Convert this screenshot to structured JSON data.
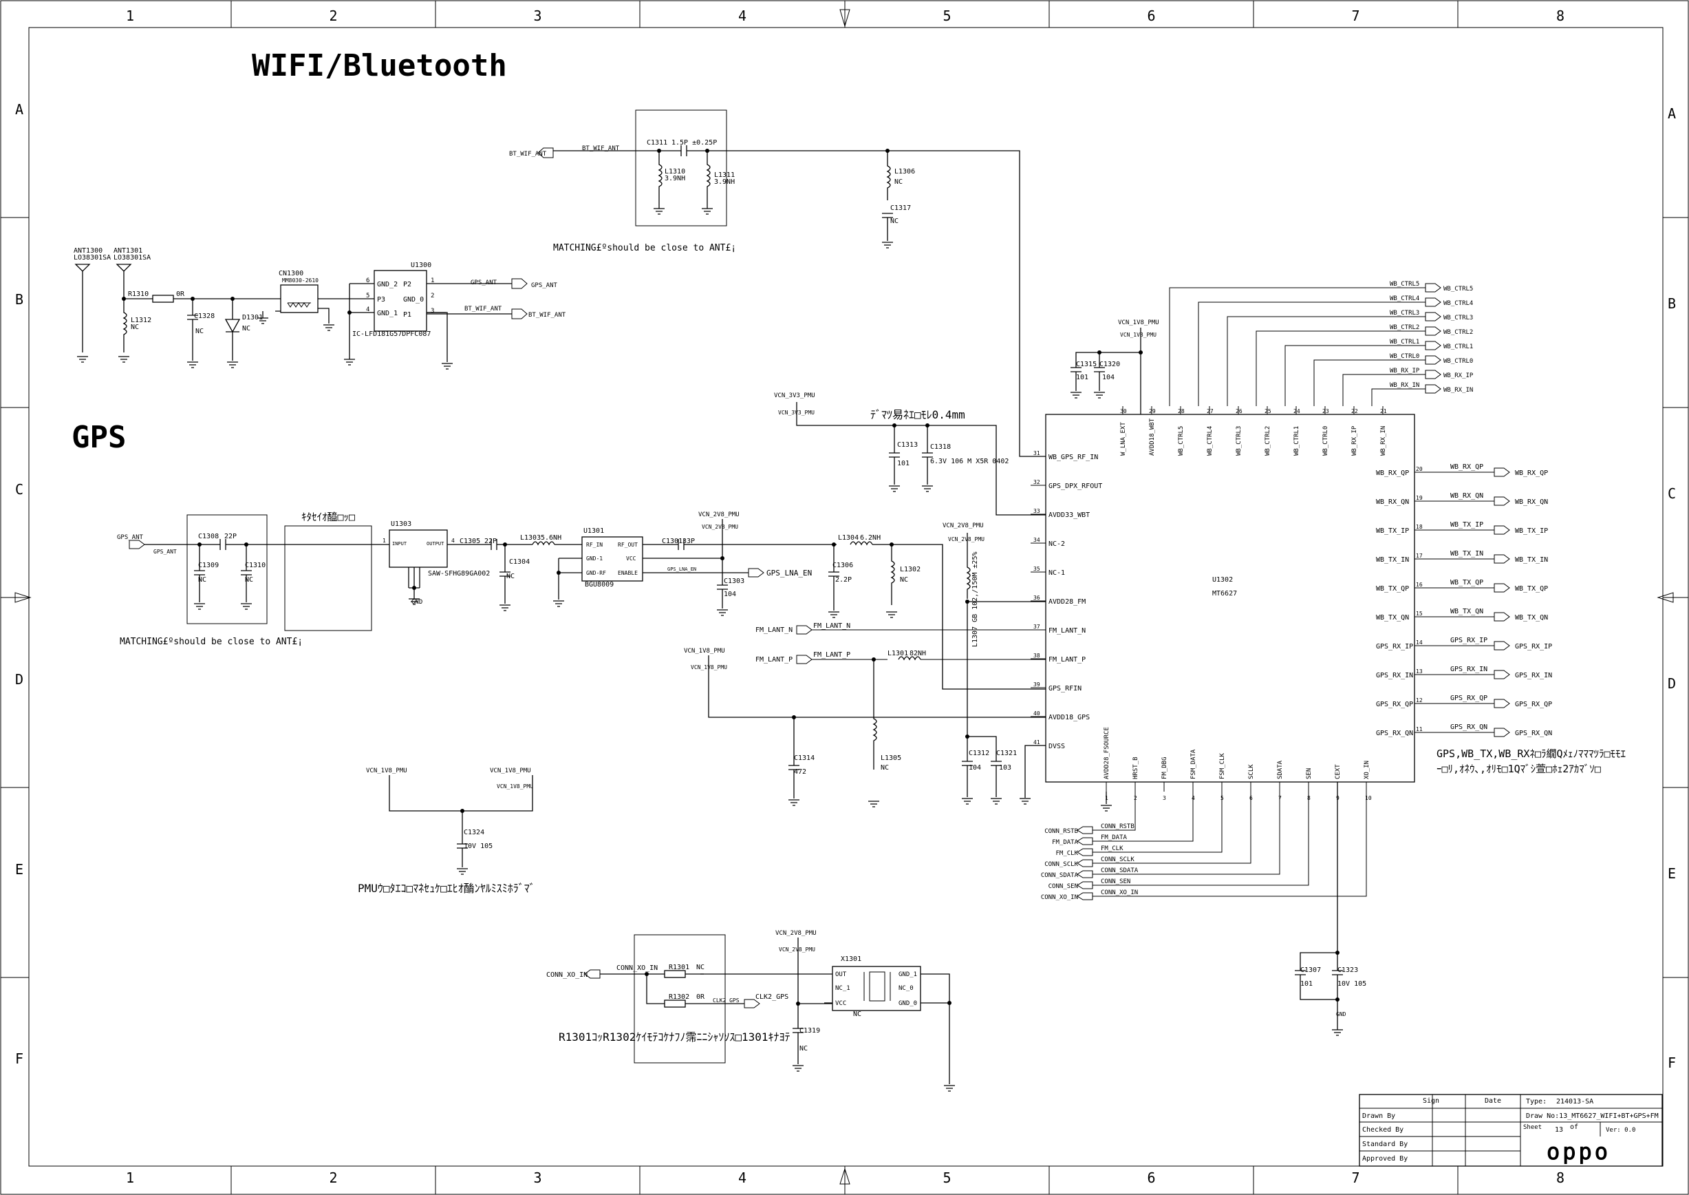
{
  "frame": {
    "cols": [
      "1",
      "2",
      "3",
      "4",
      "5",
      "6",
      "7",
      "8"
    ],
    "rows": [
      "A",
      "B",
      "C",
      "D",
      "E",
      "F"
    ]
  },
  "titles": {
    "wifi_bt": "WIFI/Bluetooth",
    "gps": "GPS"
  },
  "notes": {
    "matching_top": "MATCHING£ºshould be close to ANT£¡",
    "matching_gps": "MATCHING£ºshould be close to ANT£¡",
    "trace_note": "ﾃﾞﾏﾂ易ﾈｴ□ﾓﾚ0.4mm",
    "saw_note": "ｷﾀｾｲｵ醯□ｯ□",
    "pmu_note": "PMUｳ□ﾀｴｺ□ﾏﾈｾｭｹ□ｴﾋｵ酳ﾝﾔﾙﾐｽﾐﾎﾗﾞﾏﾞ",
    "r_note": "R1301ｺｯR1302ｹｲﾓﾃｺｹﾅﾌﾉ霈ﾆﾆｼｬｿｿｽ□1301ｷﾅﾖﾃ",
    "diff_note_1": "GPS,WB_TX,WB_RXﾈ□ﾗ繝Qﾒｪﾉﾏﾏﾏﾂﾗ□ﾓﾓｴ",
    "diff_note_2": "ｰ□ﾘ,ｵﾈｳ､,ｵﾘﾓ□1Qﾏﾞｼ萱□ﾎｪ2ｱｶﾏﾞｿ□"
  },
  "components": {
    "ant1300": {
      "ref": "ANT1300",
      "val": "LO38301SA"
    },
    "ant1301": {
      "ref": "ANT1301",
      "val": "LO38301SA"
    },
    "r1310": {
      "ref": "R1310",
      "val": "0R"
    },
    "l1312": {
      "ref": "L1312",
      "val": "NC"
    },
    "c1328": {
      "ref": "C1328",
      "val": "NC"
    },
    "d1301": {
      "ref": "D1301",
      "val": "NC"
    },
    "cn1300": {
      "ref": "CN1300",
      "val": "MM8030-2610"
    },
    "u1300": {
      "ref": "U1300",
      "val": "IC-LFD181G57DPFC087",
      "pins_left": [
        "GND_2",
        "P3",
        "GND_1"
      ],
      "pins_right": [
        "P2",
        "GND_0",
        "P1"
      ],
      "nums_left": [
        "6",
        "5",
        "4"
      ],
      "nums_right": [
        "1",
        "2",
        "3"
      ]
    },
    "c1311": {
      "ref": "C1311",
      "val": "1.5P ±0.25P"
    },
    "l1310": {
      "ref": "L1310",
      "val": "3.9NH"
    },
    "l1311": {
      "ref": "L1311",
      "val": "3.9NH"
    },
    "l1306": {
      "ref": "L1306",
      "val": "NC"
    },
    "c1317": {
      "ref": "C1317",
      "val": "NC"
    },
    "c1315": {
      "ref": "C1315",
      "val": "101"
    },
    "c1320": {
      "ref": "C1320",
      "val": "104"
    },
    "c1313": {
      "ref": "C1313",
      "val": "101"
    },
    "c1318": {
      "ref": "C1318",
      "val": "6.3V 106 M X5R 0402"
    },
    "c1308": {
      "ref": "C1308",
      "val": "22P"
    },
    "c1309": {
      "ref": "C1309",
      "val": "NC"
    },
    "c1310": {
      "ref": "C1310",
      "val": "NC"
    },
    "u1303": {
      "ref": "U1303",
      "val": "SAW-SFHG89GA002",
      "pin_in": "INPUT",
      "pin_out": "OUTPUT"
    },
    "c1305": {
      "ref": "C1305",
      "val": "22P"
    },
    "l1303": {
      "ref": "L1303",
      "val": "5.6NH"
    },
    "c1304": {
      "ref": "C1304",
      "val": "NC"
    },
    "u1301": {
      "ref": "U1301",
      "val": "BGU8009",
      "pins": [
        "RF_IN",
        "GND-1",
        "GND-RF",
        "RF_OUT",
        "VCC",
        "ENABLE"
      ]
    },
    "c1301": {
      "ref": "C1301",
      "val": "33P"
    },
    "c1303": {
      "ref": "C1303",
      "val": "104"
    },
    "l1304": {
      "ref": "L1304",
      "val": "6.2NH"
    },
    "c1306": {
      "ref": "C1306",
      "val": "2.2P"
    },
    "l1302": {
      "ref": "L1302",
      "val": "NC"
    },
    "l1307": {
      "ref": "L1307",
      "val": "GB 102,/150M ±25%"
    },
    "l1301": {
      "ref": "L1301",
      "val": "82NH"
    },
    "c1314": {
      "ref": "C1314",
      "val": "472"
    },
    "l1305": {
      "ref": "L1305",
      "val": "NC"
    },
    "c1312": {
      "ref": "C1312",
      "val": "104"
    },
    "c1321": {
      "ref": "C1321",
      "val": "103"
    },
    "c1324": {
      "ref": "C1324",
      "val": "10V 105"
    },
    "r1301": {
      "ref": "R1301",
      "val": "NC"
    },
    "r1302": {
      "ref": "R1302",
      "val": "0R"
    },
    "x1301": {
      "ref": "X1301",
      "val": "NC",
      "pins_left": [
        "OUT",
        "NC_1",
        "VCC"
      ],
      "pins_right": [
        "GND_1",
        "NC_0",
        "GND_0"
      ]
    },
    "c1319": {
      "ref": "C1319",
      "val": "NC"
    },
    "c1307": {
      "ref": "C1307",
      "val": "101"
    },
    "c1323": {
      "ref": "C1323",
      "val": "10V 105"
    },
    "u1302": {
      "ref": "U1302",
      "val": "MT6627"
    }
  },
  "nets": {
    "bt_wif_ant": "BT_WIF_ANT",
    "gps_ant": "GPS_ANT",
    "gps_lna_en": "GPS_LNA_EN",
    "vcn_3v3": "VCN_3V3_PMU",
    "vcn_1v8": "VCN_1V8_PMU",
    "vcn_2v8": "VCN_2V8_PMU",
    "fm_lant_n": "FM_LANT_N",
    "fm_lant_p": "FM_LANT_P",
    "conn_xo_in": "CONN_XO_IN",
    "clk2_gps": "CLK2_GPS",
    "gnd": "GND"
  },
  "u1302_left": [
    {
      "num": "31",
      "name": "WB_GPS_RF_IN"
    },
    {
      "num": "32",
      "name": "GPS_DPX_RFOUT"
    },
    {
      "num": "33",
      "name": "AVDD33_WBT"
    },
    {
      "num": "34",
      "name": "NC-2"
    },
    {
      "num": "35",
      "name": "NC-1"
    },
    {
      "num": "36",
      "name": "AVDD28_FM"
    },
    {
      "num": "37",
      "name": "FM_LANT_N"
    },
    {
      "num": "38",
      "name": "FM_LANT_P"
    },
    {
      "num": "39",
      "name": "GPS_RFIN"
    },
    {
      "num": "40",
      "name": "AVDD18_GPS"
    },
    {
      "num": "41",
      "name": "DVSS"
    }
  ],
  "u1302_top": [
    {
      "num": "30",
      "name": "W_LNA_EXT"
    },
    {
      "num": "29",
      "name": "AVDD18_WBT"
    },
    {
      "num": "28",
      "name": "WB_CTRL5"
    },
    {
      "num": "27",
      "name": "WB_CTRL4"
    },
    {
      "num": "26",
      "name": "WB_CTRL3"
    },
    {
      "num": "25",
      "name": "WB_CTRL2"
    },
    {
      "num": "24",
      "name": "WB_CTRL1"
    },
    {
      "num": "23",
      "name": "WB_CTRL0"
    },
    {
      "num": "22",
      "name": "WB_RX_IP"
    },
    {
      "num": "21",
      "name": "WB_RX_IN"
    }
  ],
  "u1302_right": [
    {
      "num": "20",
      "name": "WB_RX_QP"
    },
    {
      "num": "19",
      "name": "WB_RX_QN"
    },
    {
      "num": "18",
      "name": "WB_TX_IP"
    },
    {
      "num": "17",
      "name": "WB_TX_IN"
    },
    {
      "num": "16",
      "name": "WB_TX_QP"
    },
    {
      "num": "15",
      "name": "WB_TX_QN"
    },
    {
      "num": "14",
      "name": "GPS_RX_IP"
    },
    {
      "num": "13",
      "name": "GPS_RX_IN"
    },
    {
      "num": "12",
      "name": "GPS_RX_QP"
    },
    {
      "num": "11",
      "name": "GPS_RX_QN"
    }
  ],
  "u1302_bottom": [
    {
      "num": "1",
      "name": "AVDD28_FSOURCE"
    },
    {
      "num": "2",
      "name": "HRST_B"
    },
    {
      "num": "3",
      "name": "FM_DBG"
    },
    {
      "num": "4",
      "name": "FSM_DATA"
    },
    {
      "num": "5",
      "name": "FSM_CLK"
    },
    {
      "num": "6",
      "name": "SCLK"
    },
    {
      "num": "7",
      "name": "SDATA"
    },
    {
      "num": "8",
      "name": "SEN"
    },
    {
      "num": "9",
      "name": "CEXT"
    },
    {
      "num": "10",
      "name": "XO_IN"
    }
  ],
  "top_nets": [
    "WB_CTRL5",
    "WB_CTRL4",
    "WB_CTRL3",
    "WB_CTRL2",
    "WB_CTRL1",
    "WB_CTRL0",
    "WB_RX_IP",
    "WB_RX_IN"
  ],
  "conn_nets": [
    {
      "port": "CONN_RSTB",
      "wire": "CONN_RSTB"
    },
    {
      "port": "FM_DATA",
      "wire": "FM_DATA"
    },
    {
      "port": "FM_CLK",
      "wire": "FM_CLK"
    },
    {
      "port": "CONN_SCLK",
      "wire": "CONN_SCLK"
    },
    {
      "port": "CONN_SDATA",
      "wire": "CONN_SDATA"
    },
    {
      "port": "CONN_SEN",
      "wire": "CONN_SEN"
    },
    {
      "port": "CONN_XO_IN",
      "wire": "CONN_XO_IN"
    }
  ],
  "title_block": {
    "sign": "Sign",
    "date": "Date",
    "type_label": "Type:",
    "type_val": "214013-SA",
    "drawn_by": "Drawn By",
    "checked_by": "Checked By",
    "standard_by": "Standard By",
    "approved_by": "Approved By",
    "drawno_label": "Draw No:",
    "drawno_val": "13_MT6627_WIFI+BT+GPS+FM",
    "sheet_label": "Sheet",
    "sheet_val": "13",
    "of_label": "of",
    "ver_label": "Ver:",
    "ver_val": "0.0",
    "logo": "oppo"
  }
}
